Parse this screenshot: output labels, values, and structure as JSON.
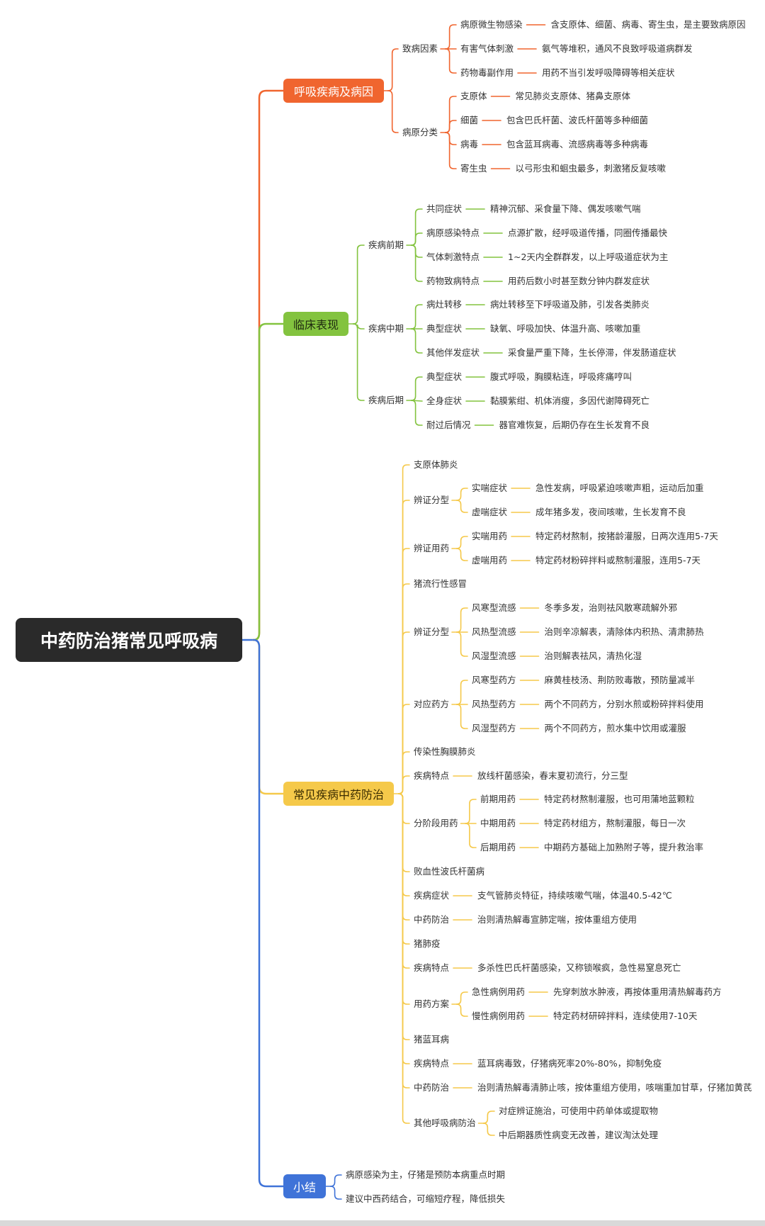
{
  "root": "中药防治猪常见呼吸病",
  "colors": {
    "orange": "#f0652f",
    "green": "#83c33f",
    "yellow": "#f5c94a",
    "blue": "#3f73d8",
    "root": "#2a2a2a"
  },
  "branches": {
    "b1": "呼吸疾病及病因",
    "b2": "临床表现",
    "b3": "常见疾病中药防治",
    "b4": "小结"
  },
  "nodes": {
    "a1": "致病因素",
    "a1_1": "病原微生物感染",
    "a1_1v": "含支原体、细菌、病毒、寄生虫，是主要致病原因",
    "a1_2": "有害气体刺激",
    "a1_2v": "氨气等堆积，通风不良致呼吸道病群发",
    "a1_3": "药物毒副作用",
    "a1_3v": "用药不当引发呼吸障碍等相关症状",
    "a2": "病原分类",
    "a2_1": "支原体",
    "a2_1v": "常见肺炎支原体、猪鼻支原体",
    "a2_2": "细菌",
    "a2_2v": "包含巴氏杆菌、波氏杆菌等多种细菌",
    "a2_3": "病毒",
    "a2_3v": "包含蓝耳病毒、流感病毒等多种病毒",
    "a2_4": "寄生虫",
    "a2_4v": "以弓形虫和蛔虫最多，刺激猪反复咳嗽",
    "c1": "疾病前期",
    "c1_1": "共同症状",
    "c1_1v": "精神沉郁、采食量下降、偶发咳嗽气喘",
    "c1_2": "病原感染特点",
    "c1_2v": "点源扩散，经呼吸道传播，同圈传播最快",
    "c1_3": "气体刺激特点",
    "c1_3v": "1~2天内全群群发，以上呼吸道症状为主",
    "c1_4": "药物致病特点",
    "c1_4v": "用药后数小时甚至数分钟内群发症状",
    "c2": "疾病中期",
    "c2_1": "病灶转移",
    "c2_1v": "病灶转移至下呼吸道及肺，引发各类肺炎",
    "c2_2": "典型症状",
    "c2_2v": "缺氧、呼吸加快、体温升高、咳嗽加重",
    "c2_3": "其他伴发症状",
    "c2_3v": "采食量严重下降，生长停滞，伴发肠道症状",
    "c3": "疾病后期",
    "c3_1": "典型症状",
    "c3_1v": "腹式呼吸，胸膜粘连，呼吸疼痛哼叫",
    "c3_2": "全身症状",
    "c3_2v": "黏膜紫绀、机体消瘦，多因代谢障碍死亡",
    "c3_3": "耐过后情况",
    "c3_3v": "器官难恢复，后期仍存在生长发育不良",
    "d1": "支原体肺炎",
    "d2": "辨证分型",
    "d2_1": "实喘症状",
    "d2_1v": "急性发病，呼吸紧迫咳嗽声粗，运动后加重",
    "d2_2": "虚喘症状",
    "d2_2v": "成年猪多发，夜间咳嗽，生长发育不良",
    "d3": "辨证用药",
    "d3_1": "实喘用药",
    "d3_1v": "特定药材熬制，按猪龄灌服，日两次连用5-7天",
    "d3_2": "虚喘用药",
    "d3_2v": "特定药材粉碎拌料或熬制灌服，连用5-7天",
    "d4": "猪流行性感冒",
    "d5": "辨证分型",
    "d5_1": "风寒型流感",
    "d5_1v": "冬季多发，治则祛风散寒疏解外邪",
    "d5_2": "风热型流感",
    "d5_2v": "治则辛凉解表，清除体内积热、清肃肺热",
    "d5_3": "风湿型流感",
    "d5_3v": "治则解表祛风，清热化湿",
    "d6": "对应药方",
    "d6_1": "风寒型药方",
    "d6_1v": "麻黄桂枝汤、荆防败毒散，预防量减半",
    "d6_2": "风热型药方",
    "d6_2v": "两个不同药方，分别水煎或粉碎拌料使用",
    "d6_3": "风湿型药方",
    "d6_3v": "两个不同药方，煎水集中饮用或灌服",
    "d7": "传染性胸膜肺炎",
    "d8": "疾病特点",
    "d8v": "放线杆菌感染，春末夏初流行，分三型",
    "d9": "分阶段用药",
    "d9_1": "前期用药",
    "d9_1v": "特定药材熬制灌服，也可用蒲地蓝颗粒",
    "d9_2": "中期用药",
    "d9_2v": "特定药材组方，熬制灌服，每日一次",
    "d9_3": "后期用药",
    "d9_3v": "中期药方基础上加熟附子等，提升救治率",
    "d10": "败血性波氏杆菌病",
    "d11": "疾病症状",
    "d11v": "支气管肺炎特征，持续咳嗽气喘，体温40.5-42℃",
    "d12": "中药防治",
    "d12v": "治则清热解毒宣肺定喘，按体重组方使用",
    "d13": "猪肺疫",
    "d14": "疾病特点",
    "d14v": "多杀性巴氏杆菌感染，又称锁喉疯，急性易窒息死亡",
    "d15": "用药方案",
    "d15_1": "急性病例用药",
    "d15_1v": "先穿刺放水肿液，再按体重用清热解毒药方",
    "d15_2": "慢性病例用药",
    "d15_2v": "特定药材研碎拌料，连续使用7-10天",
    "d16": "猪蓝耳病",
    "d17": "疾病特点",
    "d17v": "蓝耳病毒致，仔猪病死率20%-80%，抑制免疫",
    "d18": "中药防治",
    "d18v": "治则清热解毒清肺止咳，按体重组方使用，咳喘重加甘草，仔猪加黄芪",
    "d19": "其他呼吸病防治",
    "d19_1": "对症辨证施治，可使用中药单体或提取物",
    "d19_2": "中后期器质性病变无改善，建议淘汰处理",
    "e1": "病原感染为主，仔猪是预防本病重点时期",
    "e2": "建议中西药结合，可缩短疗程，降低损失"
  }
}
